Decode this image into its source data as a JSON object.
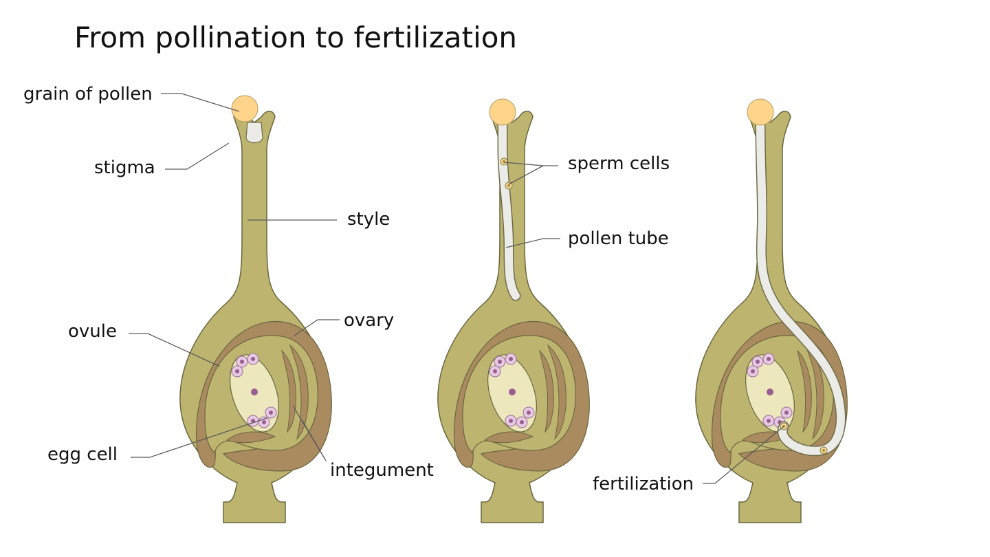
{
  "title": "From pollination to fertilization",
  "labels": {
    "grain_of_pollen": "grain of pollen",
    "stigma": "stigma",
    "style": "style",
    "ovary": "ovary",
    "ovule": "ovule",
    "egg_cell": "egg cell",
    "integument": "integument",
    "sperm_cells": "sperm cells",
    "pollen_tube": "pollen tube",
    "fertilization": "fertilization"
  },
  "colors": {
    "pistil": "#bdb46f",
    "ovary_wall": "#aa8a5f",
    "embryo_sac": "#ece7bd",
    "cells": "#e6c9e2",
    "pollen": "#ffd58c",
    "pollen_tube": "#ebebe8"
  }
}
